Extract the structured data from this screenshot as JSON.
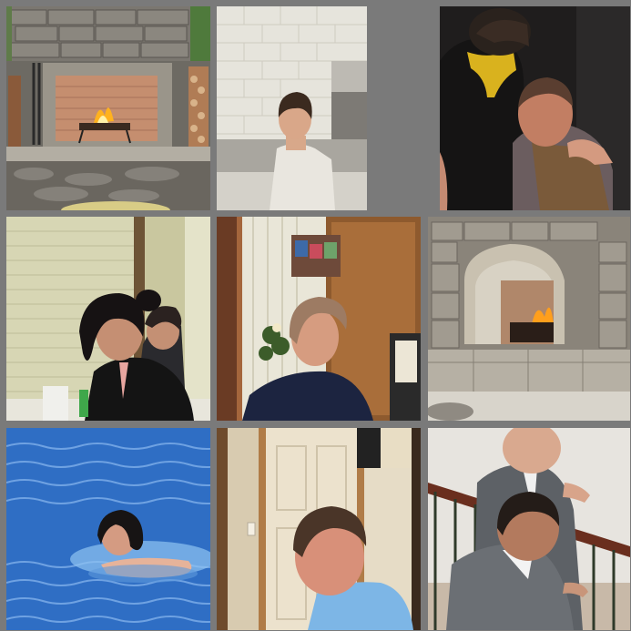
{
  "collage": {
    "tiles": [
      {
        "subject": "stone-fireplace-outdoor"
      },
      {
        "subject": "man-at-kitchen-counter"
      },
      {
        "subject": "two-men-dark-jackets"
      },
      {
        "subject": "woman-black-hair-kitchen"
      },
      {
        "subject": "woman-short-hair-near-cabinet"
      },
      {
        "subject": "stone-fireplace-closeup"
      },
      {
        "subject": "swimmer-in-pool"
      },
      {
        "subject": "man-blue-shirt-doorway"
      },
      {
        "subject": "two-men-suits-stair-railing"
      }
    ]
  }
}
